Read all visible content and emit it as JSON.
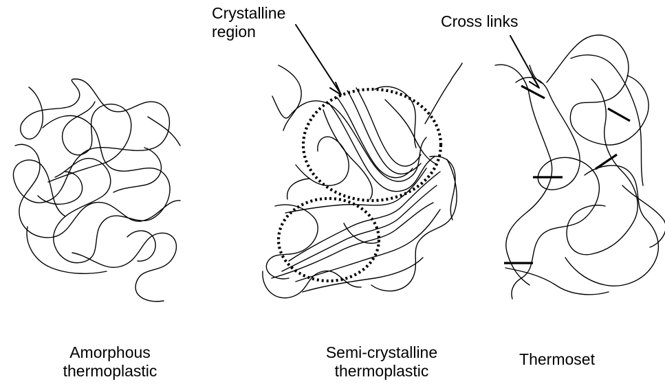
{
  "labels": {
    "crystalline_region": [
      "Crystalline",
      "region"
    ],
    "cross_links": "Cross links",
    "amorphous": [
      "Amorphous",
      "thermoplastic"
    ],
    "semi_crystalline": [
      "Semi-crystalline",
      "thermoplastic"
    ],
    "thermoset": "Thermoset"
  },
  "colors": {
    "line": "#000000",
    "background": "#ffffff"
  }
}
